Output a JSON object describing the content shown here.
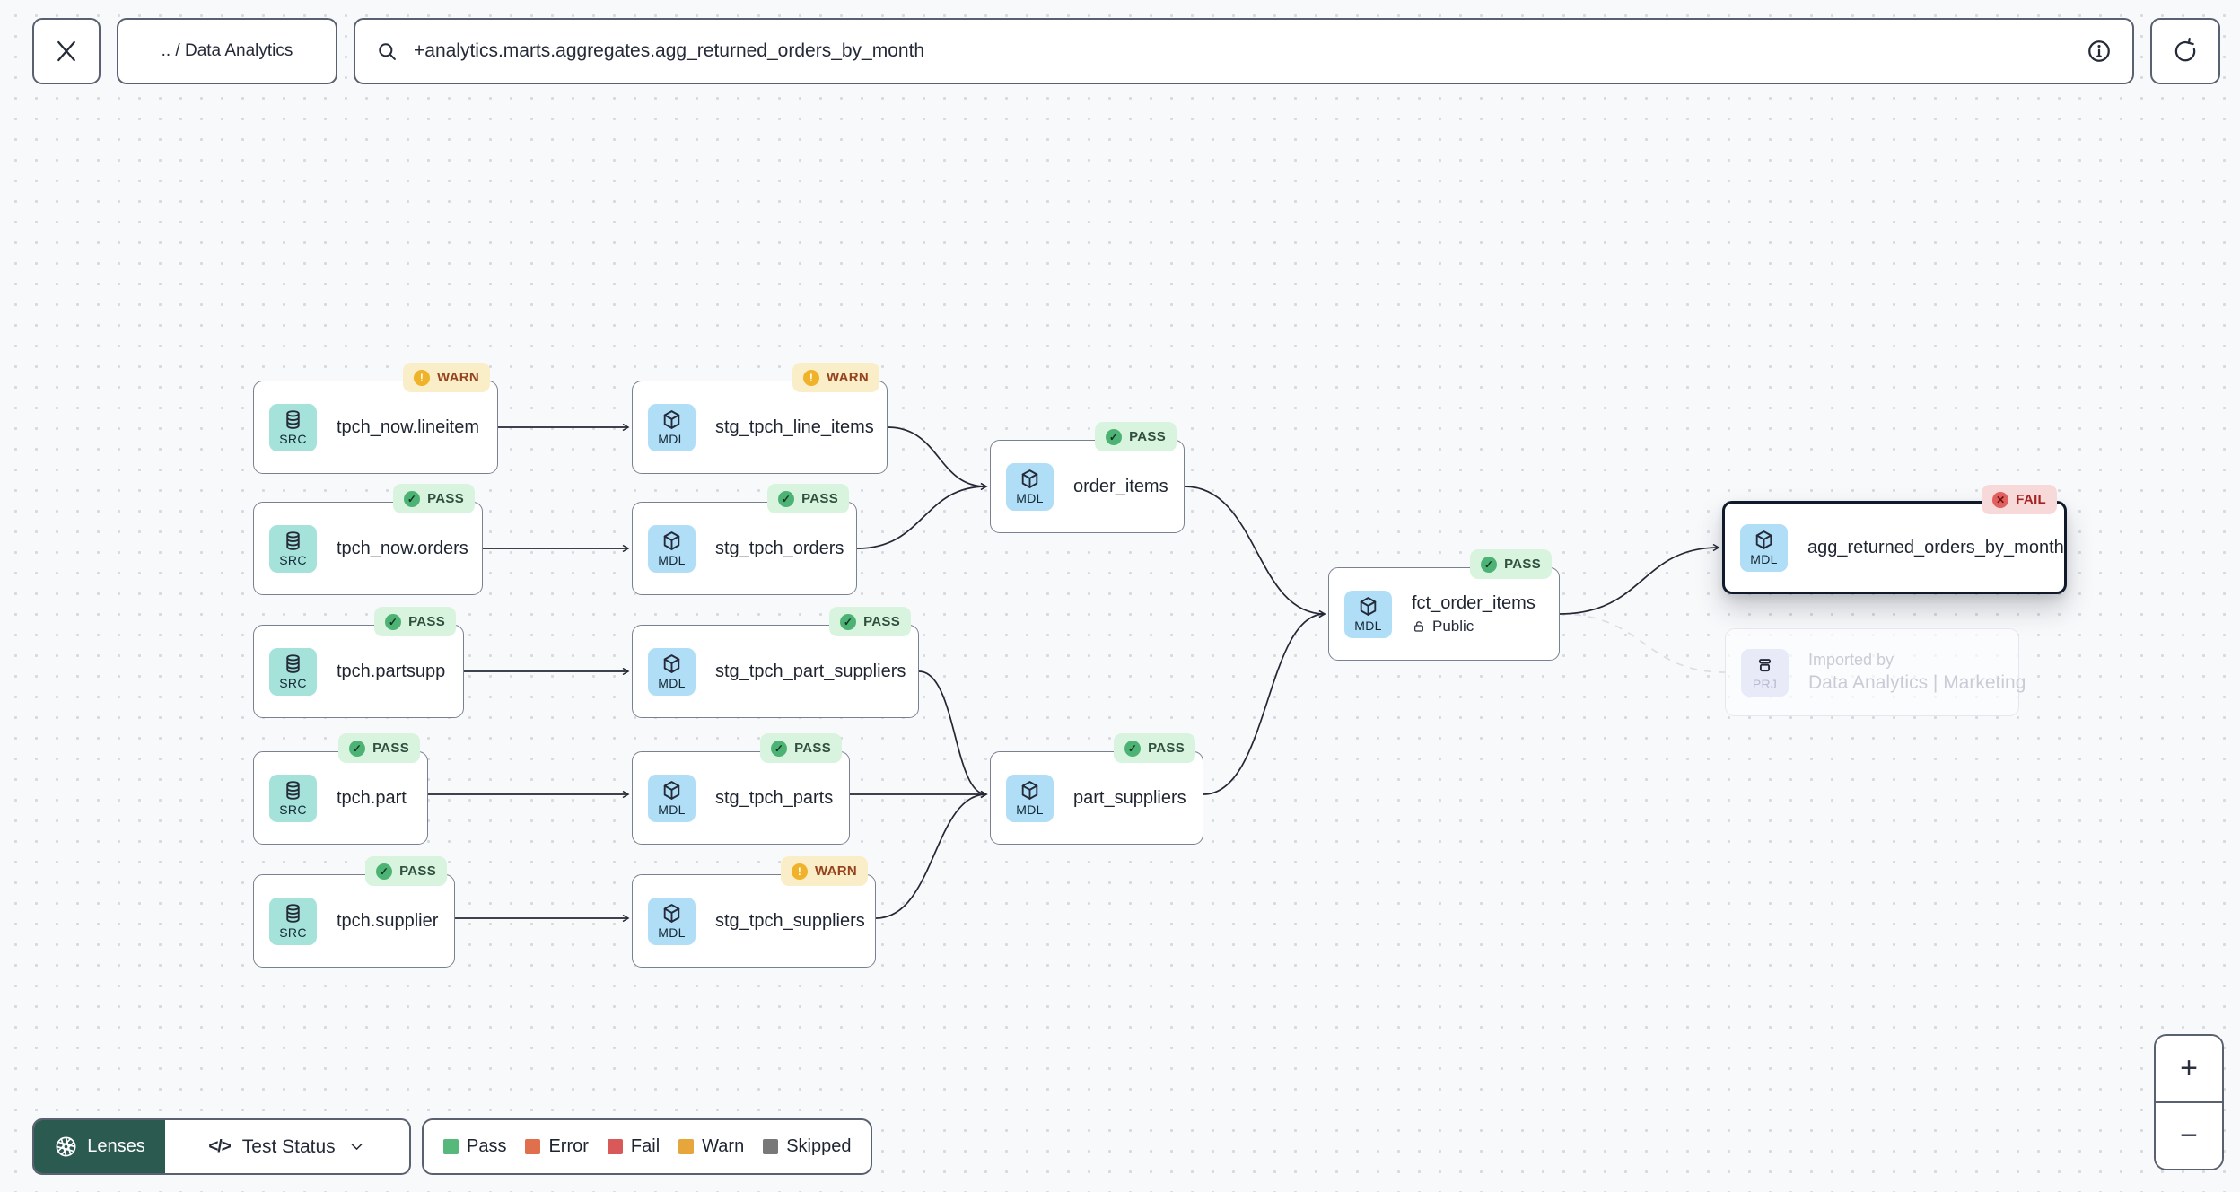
{
  "header": {
    "breadcrumb": ".. / Data Analytics",
    "search": {
      "value": "+analytics.marts.aggregates.agg_returned_orders_by_month"
    }
  },
  "badge_icons": {
    "PASS": "✓",
    "WARN": "!",
    "FAIL": "✕"
  },
  "nodes": {
    "tpch_now_lineitem": {
      "label": "tpch_now.lineitem",
      "type": "SRC",
      "status": "WARN"
    },
    "stg_tpch_line_items": {
      "label": "stg_tpch_line_items",
      "type": "MDL",
      "status": "WARN"
    },
    "tpch_now_orders": {
      "label": "tpch_now.orders",
      "type": "SRC",
      "status": "PASS"
    },
    "stg_tpch_orders": {
      "label": "stg_tpch_orders",
      "type": "MDL",
      "status": "PASS"
    },
    "order_items": {
      "label": "order_items",
      "type": "MDL",
      "status": "PASS"
    },
    "tpch_partsupp": {
      "label": "tpch.partsupp",
      "type": "SRC",
      "status": "PASS"
    },
    "stg_tpch_part_suppliers": {
      "label": "stg_tpch_part_suppliers",
      "type": "MDL",
      "status": "PASS"
    },
    "fct_order_items": {
      "label": "fct_order_items",
      "type": "MDL",
      "status": "PASS",
      "access": "Public"
    },
    "agg_returned_orders_by_month": {
      "label": "agg_returned_orders_by_month",
      "type": "MDL",
      "status": "FAIL"
    },
    "tpch_part": {
      "label": "tpch.part",
      "type": "SRC",
      "status": "PASS"
    },
    "stg_tpch_parts": {
      "label": "stg_tpch_parts",
      "type": "MDL",
      "status": "PASS"
    },
    "part_suppliers": {
      "label": "part_suppliers",
      "type": "MDL",
      "status": "PASS"
    },
    "tpch_supplier": {
      "label": "tpch.supplier",
      "type": "SRC",
      "status": "PASS"
    },
    "stg_tpch_suppliers": {
      "label": "stg_tpch_suppliers",
      "type": "MDL",
      "status": "WARN"
    },
    "imported_by": {
      "title": "Imported by",
      "label": "Data Analytics | Marketing",
      "type": "PRJ"
    }
  },
  "footer": {
    "lenses_label": "Lenses",
    "lens_name": "Test Status",
    "legend": [
      {
        "label": "Pass",
        "color": "#57b87c"
      },
      {
        "label": "Error",
        "color": "#e0704d"
      },
      {
        "label": "Fail",
        "color": "#d95858"
      },
      {
        "label": "Warn",
        "color": "#e7a63b"
      },
      {
        "label": "Skipped",
        "color": "#787878"
      }
    ]
  },
  "zoom_controls": {
    "zoom_in": "+",
    "zoom_out": "−"
  },
  "colors": {
    "accent_green": "#2b5a50",
    "src_tile": "#a5e3da",
    "mdl_tile": "#b1def7",
    "prj_tile": "#e9eaf8",
    "pass_badge_bg": "#d9f4de",
    "warn_badge_bg": "#faeec9",
    "fail_badge_bg": "#f8d9da"
  }
}
